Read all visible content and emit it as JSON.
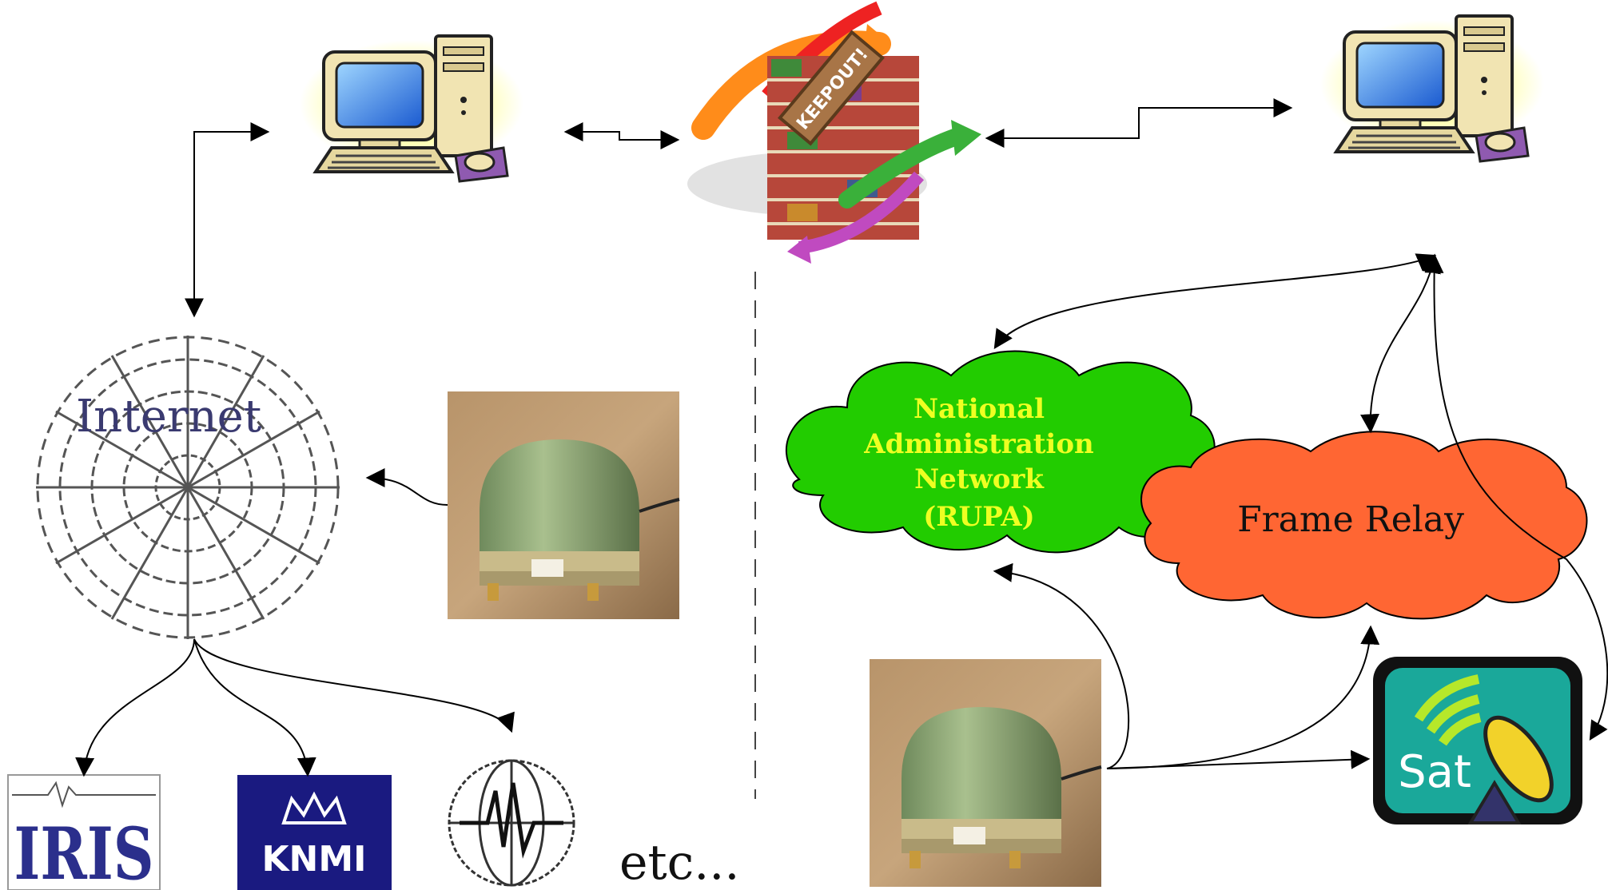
{
  "labels": {
    "internet": "Internet",
    "rupa_line1": "National",
    "rupa_line2": "Administration",
    "rupa_line3": "Network",
    "rupa_line4": "(RUPA)",
    "frame_relay": "Frame Relay",
    "sat": "Sat",
    "etc": "etc...",
    "iris": "IRIS",
    "knmi": "KNMI",
    "firewall_sign": "KEEPOUT!"
  },
  "colors": {
    "rupa_cloud": "#22cc00",
    "rupa_text": "#eeff22",
    "frame_relay_cloud": "#ff6633",
    "sat_bg": "#1aa89a",
    "knmi_bg": "#1a1a80",
    "iris_text": "#2b2f8c",
    "internet_text": "#3a3a70"
  },
  "icons": [
    "computer-icon",
    "firewall-icon",
    "spider-web-icon",
    "seismometer-icon",
    "satellite-dish-icon",
    "iris-logo",
    "knmi-logo",
    "globe-seismogram-logo"
  ]
}
